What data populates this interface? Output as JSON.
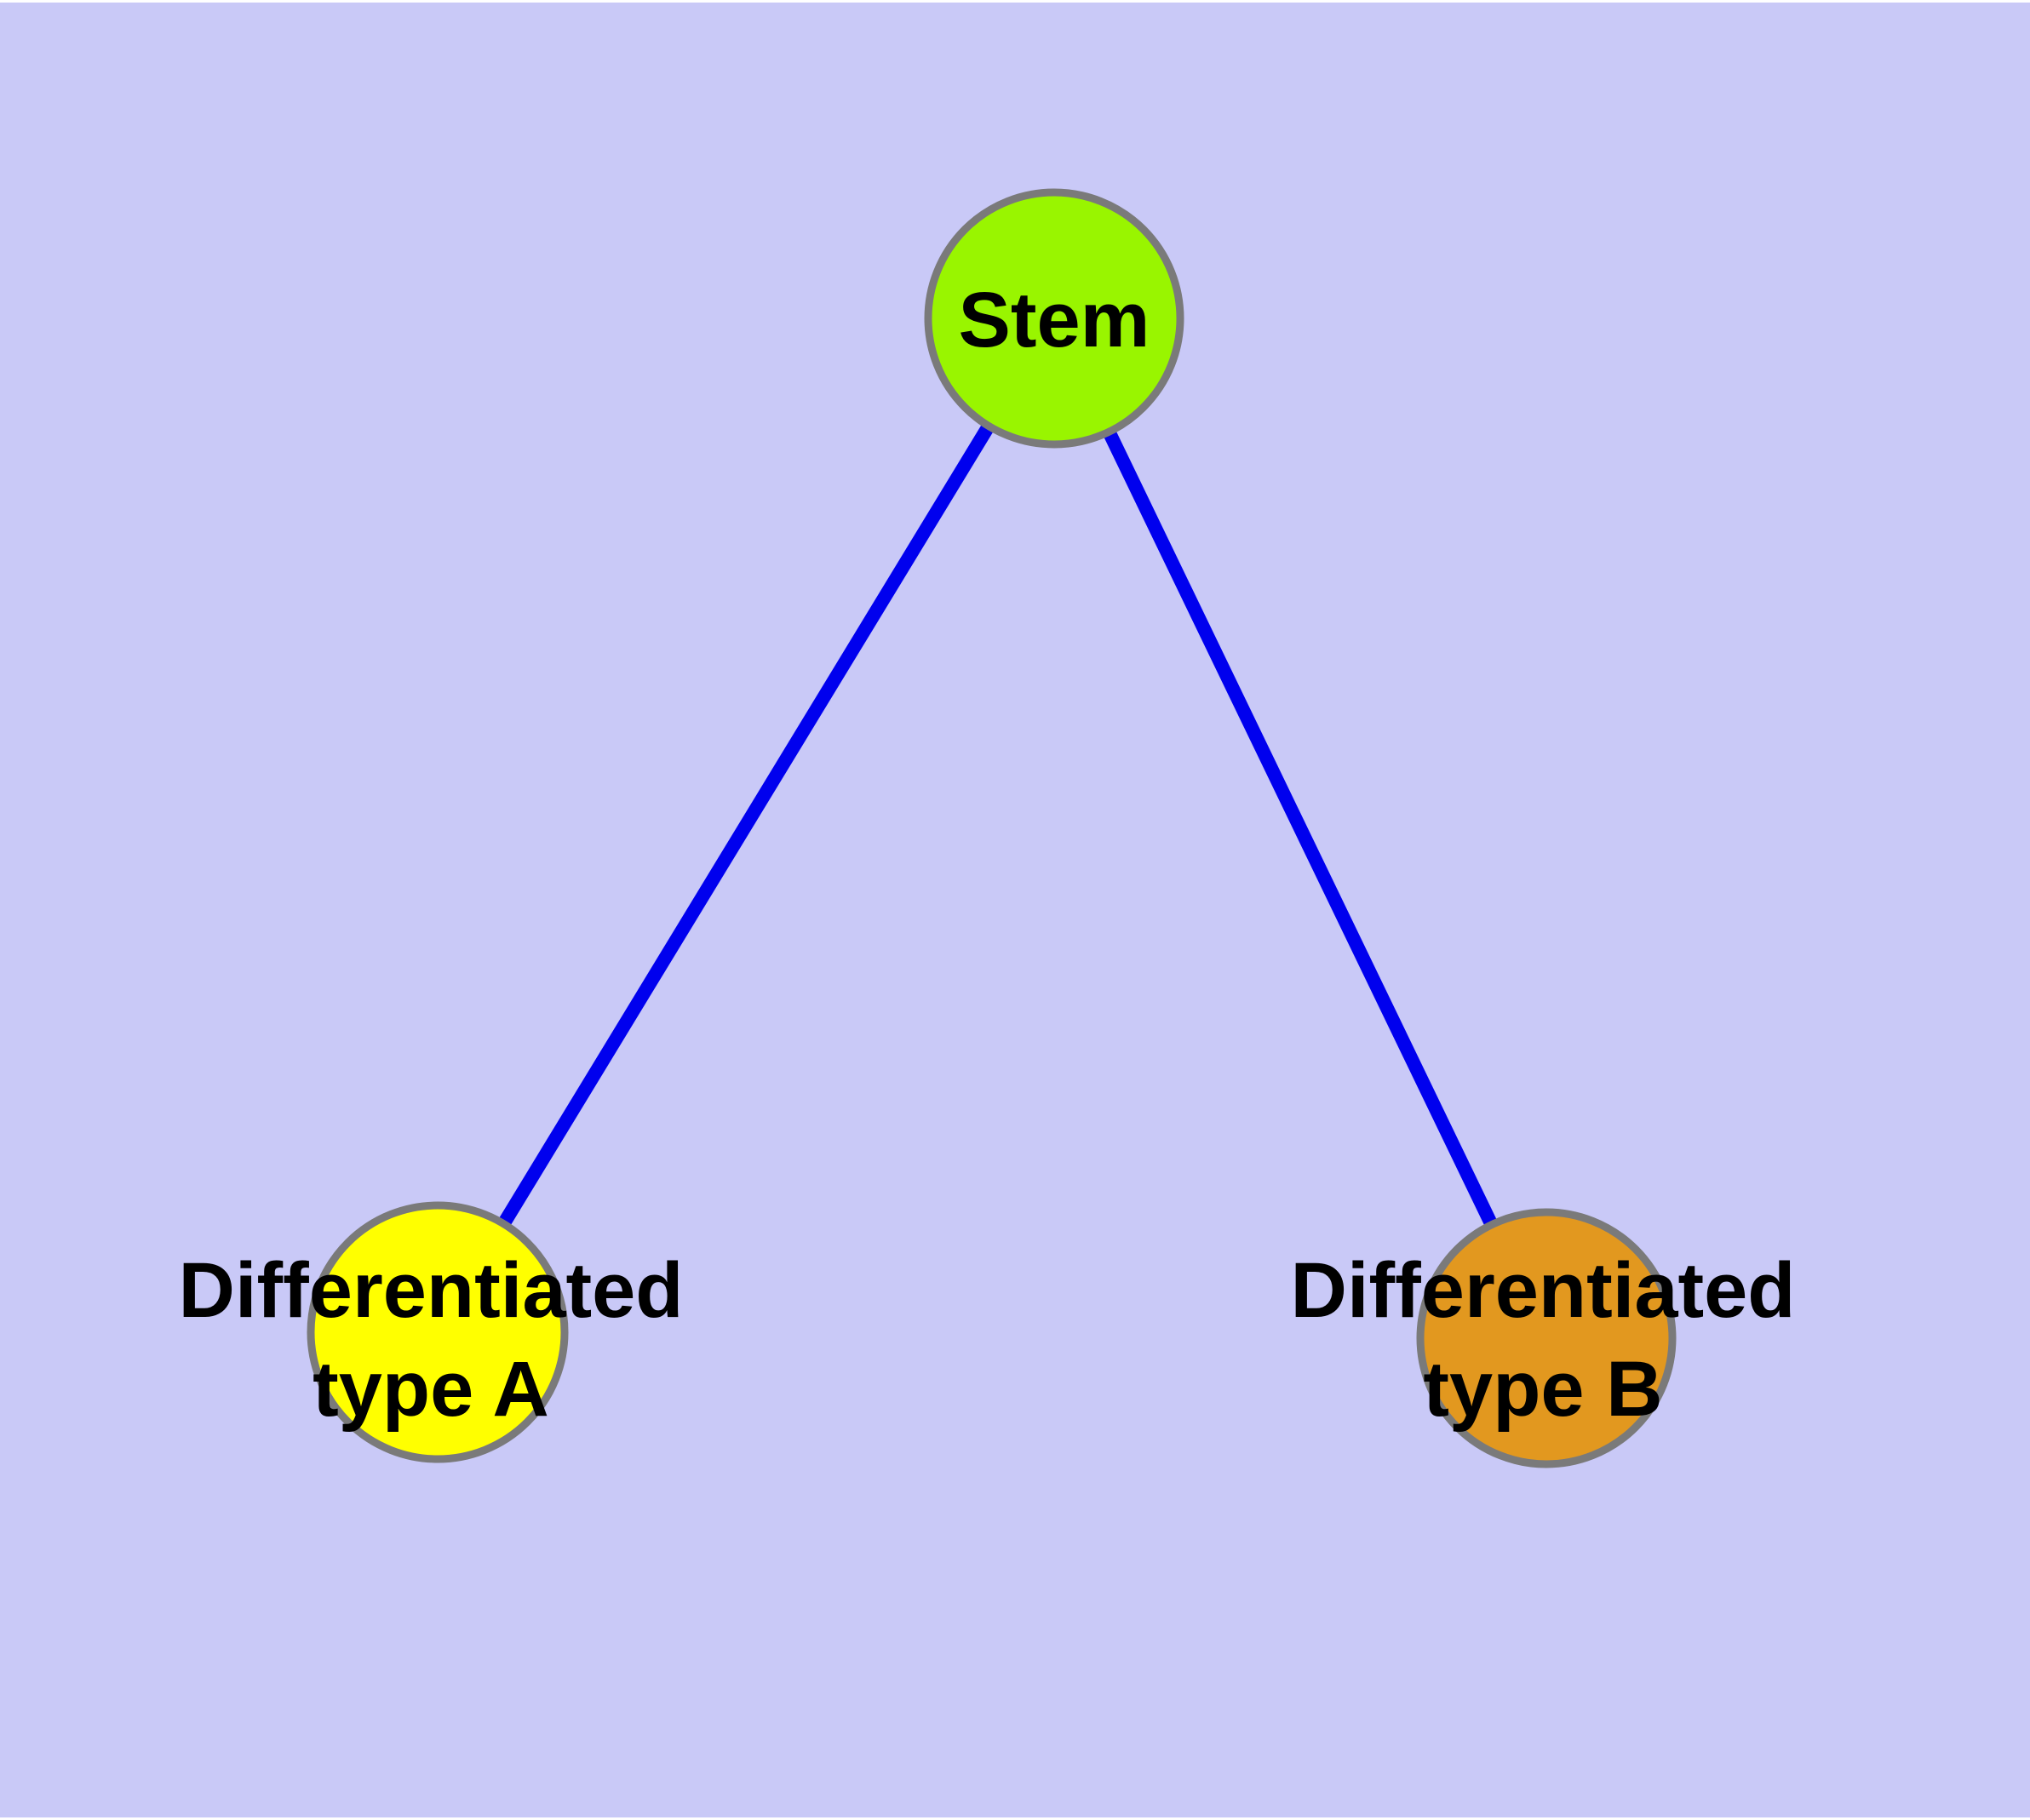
{
  "diagram": {
    "background_color": "#C9C9F7",
    "frame_color": "#ffffff",
    "nodes": {
      "stem": {
        "label_lines": [
          "Stem"
        ],
        "fill": "#99F500",
        "border": "#7A7A7A"
      },
      "type_a": {
        "label_lines": [
          "Differentiated",
          "type A"
        ],
        "fill": "#FFFF00",
        "border": "#7A7A7A"
      },
      "type_b": {
        "label_lines": [
          "Differentiated",
          "type B"
        ],
        "fill": "#E2981F",
        "border": "#7A7A7A"
      }
    },
    "edges": {
      "color": "#0000EE",
      "list": [
        {
          "from": "Stem",
          "to": "Differentiated type A"
        },
        {
          "from": "Stem",
          "to": "Differentiated type B"
        }
      ]
    }
  }
}
